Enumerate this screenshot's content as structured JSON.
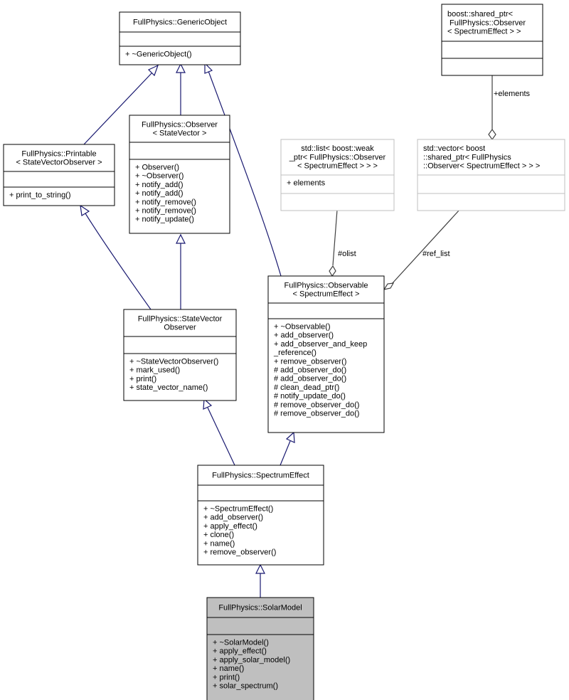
{
  "colors": {
    "background": "#ffffff",
    "box_fill": "#ffffff",
    "box_stroke": "#000000",
    "external_box_stroke": "#bfbfbf",
    "highlight_fill": "#bfbfbf",
    "inheritance_edge": "#191970",
    "composition_edge": "#404040",
    "text": "#000000"
  },
  "classes": {
    "generic_object": {
      "name": [
        "FullPhysics::GenericObject"
      ],
      "attributes": [],
      "methods": [
        "+ ~GenericObject()"
      ]
    },
    "shared_ptr_observer": {
      "name": [
        "boost::shared_ptr<",
        " FullPhysics::Observer",
        "< SpectrumEffect > >"
      ],
      "attributes": [],
      "methods": []
    },
    "observer_state_vector": {
      "name": [
        "FullPhysics::Observer",
        "< StateVector >"
      ],
      "attributes": [],
      "methods": [
        "+ Observer()",
        "+ ~Observer()",
        "+ notify_add()",
        "+ notify_add()",
        "+ notify_remove()",
        "+ notify_remove()",
        "+ notify_update()"
      ]
    },
    "printable": {
      "name": [
        "FullPhysics::Printable",
        "< StateVectorObserver >"
      ],
      "attributes": [],
      "methods": [
        "+ print_to_string()"
      ]
    },
    "std_list_weak_ptr": {
      "name": [
        "std::list< boost::weak",
        "_ptr< FullPhysics::Observer",
        "< SpectrumEffect > > >"
      ],
      "attributes": [
        "+ elements"
      ],
      "methods": []
    },
    "std_vector_shared_ptr": {
      "name": [
        "std::vector< boost",
        "::shared_ptr< FullPhysics",
        "::Observer< SpectrumEffect > > >"
      ],
      "attributes": [],
      "methods": []
    },
    "observable_spectrum_effect": {
      "name": [
        "FullPhysics::Observable",
        "< SpectrumEffect >"
      ],
      "attributes": [],
      "methods": [
        "+ ~Observable()",
        "+ add_observer()",
        "+ add_observer_and_keep",
        "_reference()",
        "+ remove_observer()",
        "# add_observer_do()",
        "# add_observer_do()",
        "# clean_dead_ptr()",
        "# notify_update_do()",
        "# remove_observer_do()",
        "# remove_observer_do()"
      ]
    },
    "state_vector_observer": {
      "name": [
        "FullPhysics::StateVector",
        "Observer"
      ],
      "attributes": [],
      "methods": [
        "+ ~StateVectorObserver()",
        "+ mark_used()",
        "+ print()",
        "+ state_vector_name()"
      ]
    },
    "spectrum_effect": {
      "name": [
        "FullPhysics::SpectrumEffect"
      ],
      "attributes": [],
      "methods": [
        "+ ~SpectrumEffect()",
        "+ add_observer()",
        "+ apply_effect()",
        "+ clone()",
        "+ name()",
        "+ remove_observer()"
      ]
    },
    "solar_model": {
      "name": [
        "FullPhysics::SolarModel"
      ],
      "attributes": [],
      "methods": [
        "+ ~SolarModel()",
        "+ apply_effect()",
        "+ apply_solar_model()",
        "+ name()",
        "+ print()",
        "+ solar_spectrum()"
      ]
    }
  },
  "edge_labels": {
    "elements": "+elements",
    "olist": "#olist",
    "ref_list": "#ref_list"
  }
}
